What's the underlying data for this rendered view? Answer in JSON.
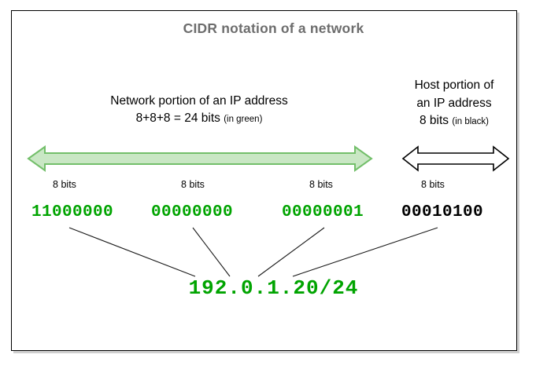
{
  "figure": {
    "title": "CIDR notation of a network",
    "title_color": "#6d6d6d",
    "border_color": "#000000",
    "background": "#ffffff"
  },
  "colors": {
    "network_green": "#00a400",
    "arrow_green_fill": "#c9e7c4",
    "arrow_green_stroke": "#73bf6a",
    "host_black": "#000000",
    "connector_line": "#1a1a1a"
  },
  "network_section": {
    "caption_line_1": "Network portion of an IP address",
    "caption_line_2_main": "8+8+8 = 24 bits",
    "caption_line_2_note": "(in green)",
    "arrow": {
      "name": "double-headed-arrow-green",
      "direction": "both",
      "fill": "#c9e7c4",
      "stroke": "#73bf6a"
    }
  },
  "host_section": {
    "caption_line_1": "Host portion of",
    "caption_line_2": "an IP address",
    "caption_line_3_main": "8 bits",
    "caption_line_3_note": "(in black)",
    "arrow": {
      "name": "double-headed-arrow-black",
      "direction": "both",
      "fill": "#ffffff",
      "stroke": "#000000"
    }
  },
  "bit_labels": [
    {
      "text": "8 bits"
    },
    {
      "text": "8 bits"
    },
    {
      "text": "8 bits"
    },
    {
      "text": "8 bits"
    }
  ],
  "octets": [
    {
      "binary": "11000000",
      "decimal": "192",
      "part": "network",
      "color": "#00a400"
    },
    {
      "binary": "00000000",
      "decimal": "0",
      "part": "network",
      "color": "#00a400"
    },
    {
      "binary": "00000001",
      "decimal": "1",
      "part": "network",
      "color": "#00a400"
    },
    {
      "binary": "00010100",
      "decimal": "20",
      "part": "host",
      "color": "#000000"
    }
  ],
  "result": {
    "cidr": "192.0.1.20/24",
    "color": "#00a400"
  }
}
